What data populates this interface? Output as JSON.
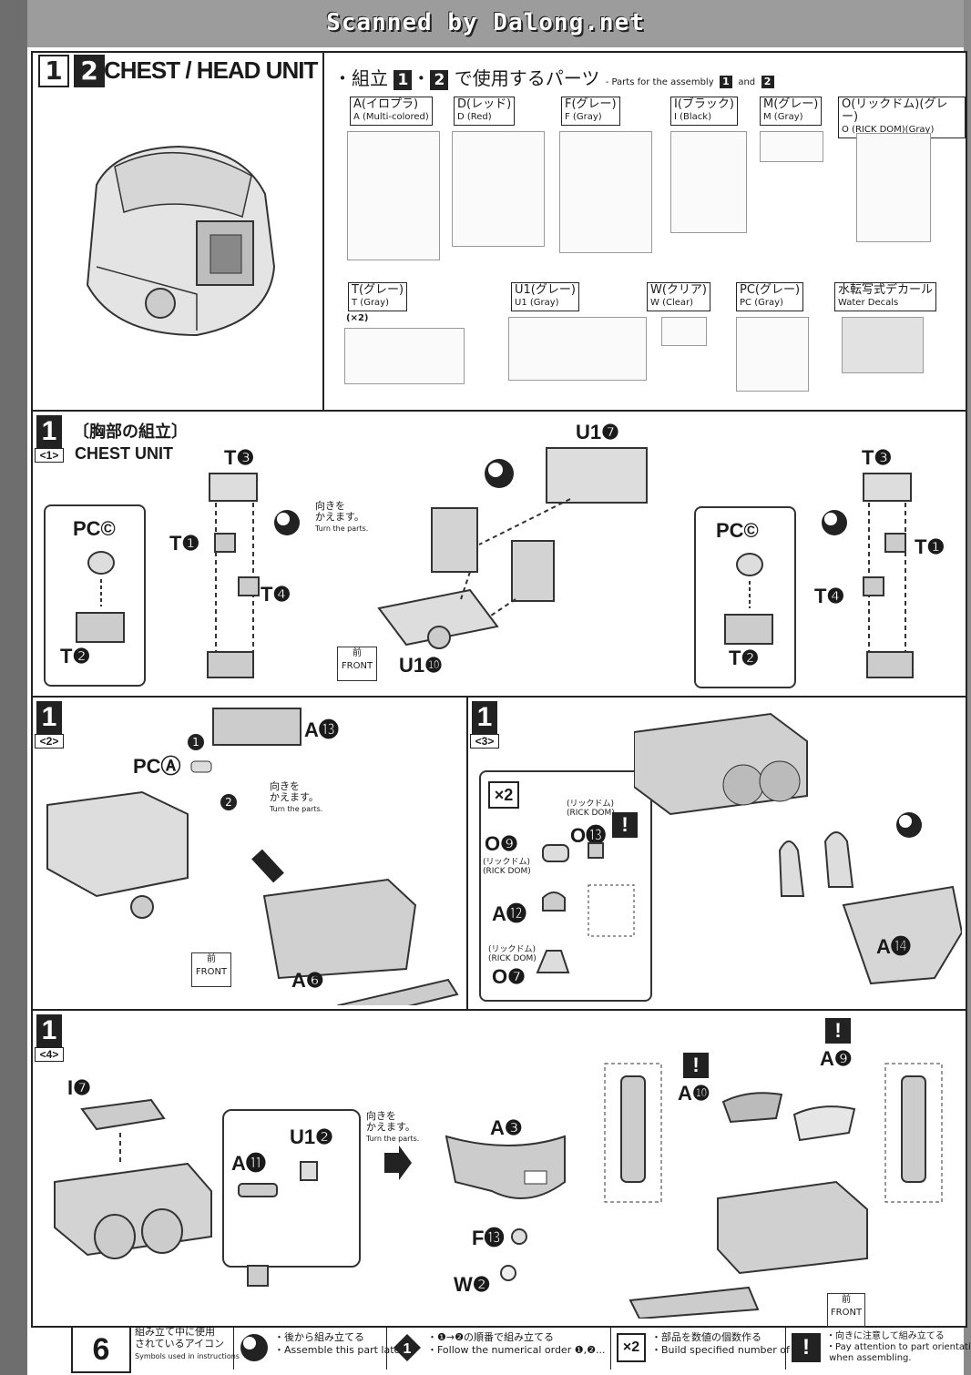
{
  "scan_credit": "Scanned by Dalong.net",
  "header": {
    "step_a": "1",
    "step_b": "2",
    "title": "CHEST / HEAD UNIT",
    "parts_heading_jp": "・組立",
    "parts_heading_mid_jp": "で使用するパーツ",
    "parts_heading_en": "- Parts for the assembly",
    "parts_heading_and": "and"
  },
  "parts": [
    {
      "jp": "A(イロプラ)",
      "en": "A (Multi-colored)"
    },
    {
      "jp": "D(レッド)",
      "en": "D (Red)"
    },
    {
      "jp": "F(グレー)",
      "en": "F (Gray)"
    },
    {
      "jp": "I(ブラック)",
      "en": "I (Black)"
    },
    {
      "jp": "M(グレー)",
      "en": "M (Gray)"
    },
    {
      "jp": "O(リックドム)(グレー)",
      "en": "O (RICK DOM)(Gray)"
    },
    {
      "jp": "T(グレー)",
      "en": "T (Gray)",
      "note": "(×2)"
    },
    {
      "jp": "U1(グレー)",
      "en": "U1 (Gray)"
    },
    {
      "jp": "W(クリア)",
      "en": "W (Clear)"
    },
    {
      "jp": "PC(グレー)",
      "en": "PC (Gray)"
    },
    {
      "jp": "水転写式デカール",
      "en": "Water Decals"
    }
  ],
  "step1_1": {
    "num": "1",
    "sub": "<1>",
    "title_jp": "〔胸部の組立〕",
    "title_en": "CHEST UNIT",
    "labels": {
      "t3": "T❸",
      "t1": "T❶",
      "t4": "T❹",
      "t2": "T❷",
      "pcc": "PC©",
      "u17": "U1❼",
      "u110": "U1❿"
    },
    "turn_jp": "向きを\nかえます。",
    "turn_en": "Turn the parts.",
    "front_jp": "前",
    "front_en": "FRONT"
  },
  "step1_2": {
    "num": "1",
    "sub": "<2>",
    "labels": {
      "a13": "A⓭",
      "pca": "PCⒶ",
      "a6": "A❻",
      "n1": "1",
      "n2": "2"
    },
    "turn_jp": "向きを\nかえます。",
    "turn_en": "Turn the parts.",
    "front_jp": "前",
    "front_en": "FRONT"
  },
  "step1_3": {
    "num": "1",
    "sub": "<3>",
    "x2": "×2",
    "labels": {
      "o9": "O❾",
      "o13": "O⓭",
      "a12": "A⓬",
      "o7": "O❼",
      "a14": "A⓮",
      "rickdom_jp": "(リックドム)",
      "rickdom_en": "(RICK DOM)"
    }
  },
  "step1_4": {
    "num": "1",
    "sub": "<4>",
    "labels": {
      "i7": "I❼",
      "u12": "U1❷",
      "a11": "A⓫",
      "a3": "A❸",
      "f13": "F⓭",
      "w2": "W❷",
      "a10": "A❿",
      "a9": "A❾"
    },
    "turn_jp": "向きを\nかえます。",
    "turn_en": "Turn the parts.",
    "front_jp": "前",
    "front_en": "FRONT"
  },
  "footer": {
    "page": "6",
    "legend_title_jp": "組み立て中に使用\nされているアイコン",
    "legend_title_en": "Symbols used in instructions",
    "items": [
      {
        "jp": "・後から組み立てる",
        "en": "・Assemble this part later."
      },
      {
        "jp": "・❶→❷の順番で組み立てる",
        "en": "・Follow the numerical order ❶,❷..."
      },
      {
        "jp": "・部品を数値の個数作る",
        "en": "・Build specified number of parts."
      },
      {
        "jp": "・向きに注意して組み立てる",
        "en": "・Pay attention to part orientation\n when assembling."
      }
    ]
  }
}
